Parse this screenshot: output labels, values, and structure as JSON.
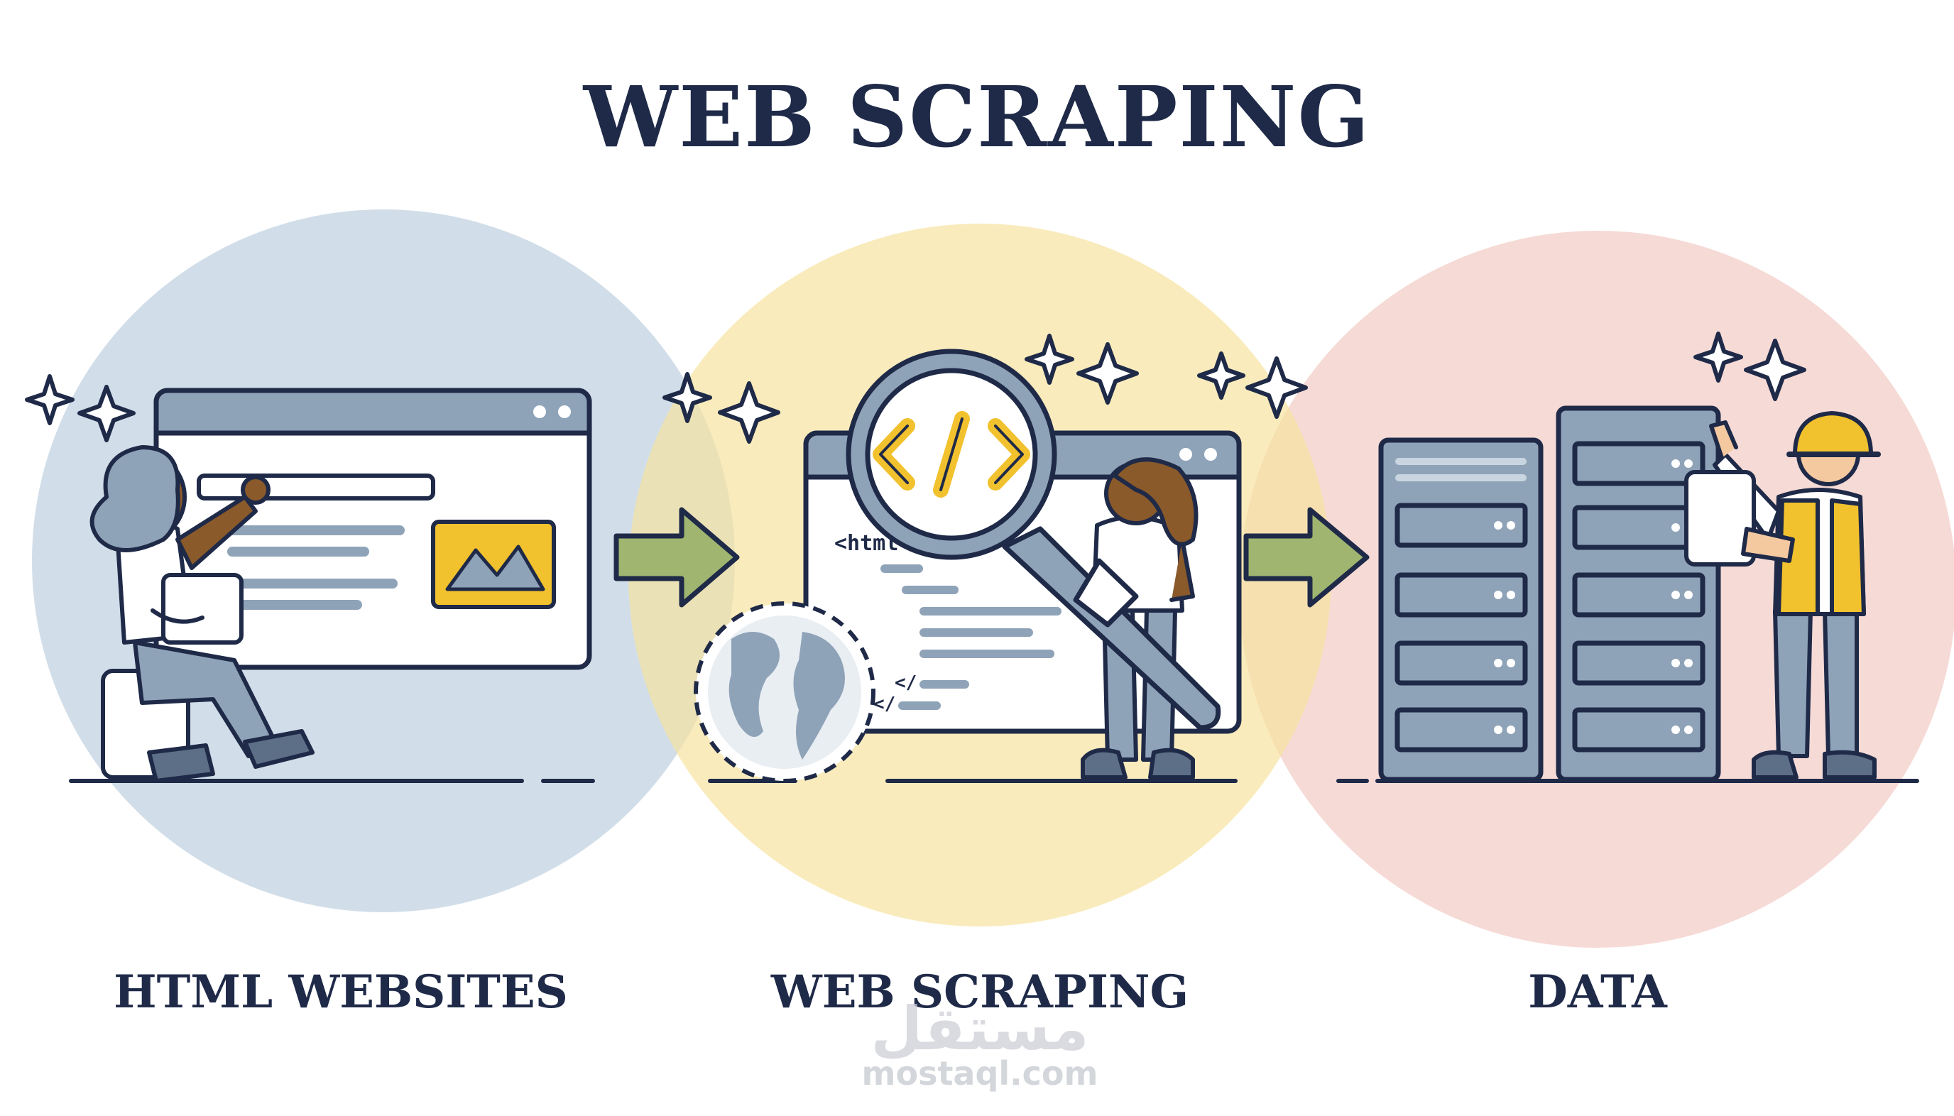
{
  "title": "WEB SCRAPING",
  "stages": [
    {
      "label": "HTML WEBSITES",
      "color": "#cfdce8"
    },
    {
      "label": "WEB SCRAPING",
      "color": "#f7e7a9"
    },
    {
      "label": "DATA",
      "color": "#f4d3cf"
    }
  ],
  "code_snippet": {
    "open_tag": "<html",
    "close_tag_1": "</",
    "close_tag_2": "</",
    "lens_symbol": "</>"
  },
  "watermark": {
    "logo": "مستقل",
    "url": "mostaql.com"
  },
  "colors": {
    "outline": "#1f2a48",
    "accent_yellow": "#f2c12e",
    "arrow_green": "#9fb570",
    "steel": "#8fa3b8"
  }
}
